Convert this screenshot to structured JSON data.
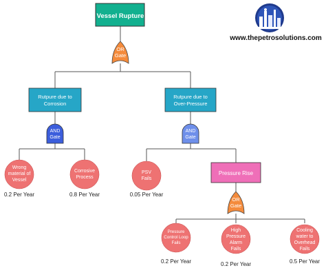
{
  "top_event": {
    "label": "Vessel Rupture",
    "fill": "#12B08F"
  },
  "gates": {
    "top_or": {
      "line1": "OR",
      "line2": "Gate",
      "fill": "#F48B3C"
    },
    "corrosion_and": {
      "line1": "AND",
      "line2": "Gate",
      "fill": "#3C5EDC"
    },
    "overpressure_and": {
      "line1": "AND",
      "line2": "Gate",
      "fill": "#6E8FEA"
    },
    "pressure_or": {
      "line1": "OR",
      "line2": "Gate",
      "fill": "#F48B3C"
    }
  },
  "intermediate_events": {
    "corrosion": {
      "line1": "Rutpure due to",
      "line2": "Corrosion",
      "fill": "#26A6C7"
    },
    "overpressure": {
      "line1": "Rutpure due to",
      "line2": "Over-Pressure",
      "fill": "#26A6C7"
    },
    "pressure_rise": {
      "label": "Pressure Rise",
      "fill": "#EF6FB8"
    }
  },
  "basic_events": {
    "wrong_material": {
      "lines": [
        "Wrong",
        "material of",
        "Vessel"
      ],
      "freq": "0.2 Per Year",
      "fill": "#EE7272"
    },
    "corrosive_process": {
      "lines": [
        "Corrosive",
        "Process"
      ],
      "freq": "0.8 Per Year",
      "fill": "#EE7272"
    },
    "psv_fails": {
      "lines": [
        "PSV",
        "Fails"
      ],
      "freq": "0.05 Per Year",
      "fill": "#EE7272"
    },
    "pcl_fails": {
      "lines": [
        "Pressure",
        "Control Loop",
        "Fails"
      ],
      "freq": "0.2 Per Year",
      "fill": "#EE7272"
    },
    "hp_alarm_fails": {
      "lines": [
        "High",
        "Pressure",
        "Alarm",
        "Fails"
      ],
      "freq": "0.2 Per Year",
      "fill": "#EE7272"
    },
    "cooling_water": {
      "lines": [
        "Cooling",
        "water to",
        "Overhead",
        "Fails"
      ],
      "freq": "0.5 Per Year",
      "fill": "#EE7272"
    }
  },
  "branding": {
    "website": "www.thepetrosolutions.com",
    "logo_icon": "refinery-logo-icon"
  },
  "colors": {
    "connector": "#555555",
    "box_text": "#ffffff"
  }
}
